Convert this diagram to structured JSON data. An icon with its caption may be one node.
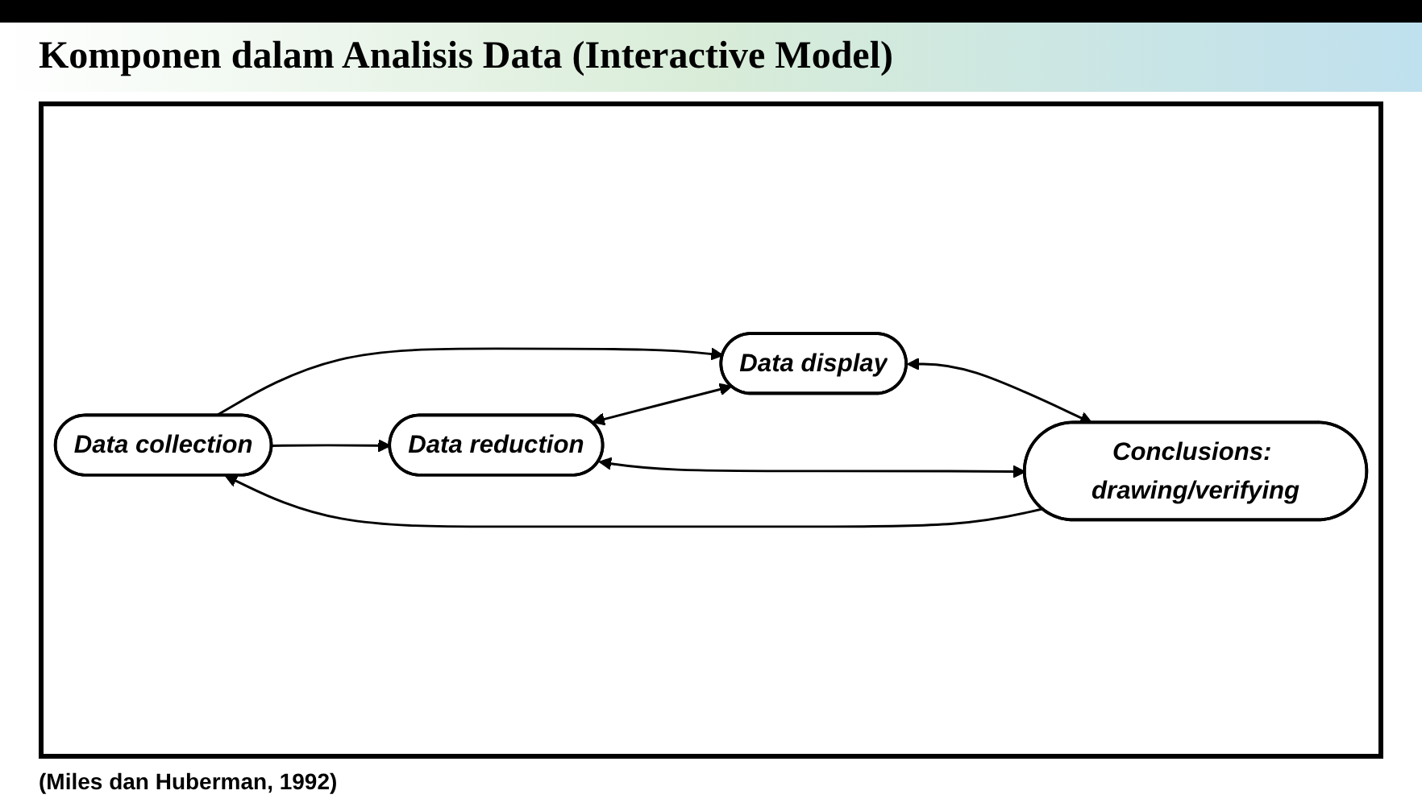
{
  "diagram": {
    "title": "Komponen dalam Analisis Data (Interactive Model)",
    "caption": "(Miles dan Huberman, 1992)",
    "nodes": [
      {
        "text": [
          "Data collection"
        ]
      },
      {
        "text": [
          "Data display"
        ]
      },
      {
        "text": [
          "Data reduction"
        ]
      },
      {
        "text": [
          "Conclusions: drawing/verifying"
        ]
      }
    ],
    "edges": [
      {
        "from": 0,
        "to": 1,
        "arrow": "to"
      },
      {
        "from": 0,
        "to": 2,
        "arrow": "to"
      },
      {
        "from": 2,
        "to": 1,
        "arrow": "both"
      },
      {
        "from": 1,
        "to": 3,
        "arrow": "both"
      },
      {
        "from": 2,
        "to": 3,
        "arrow": "both"
      },
      {
        "from": 3,
        "to": 0,
        "arrow": "to"
      }
    ]
  }
}
